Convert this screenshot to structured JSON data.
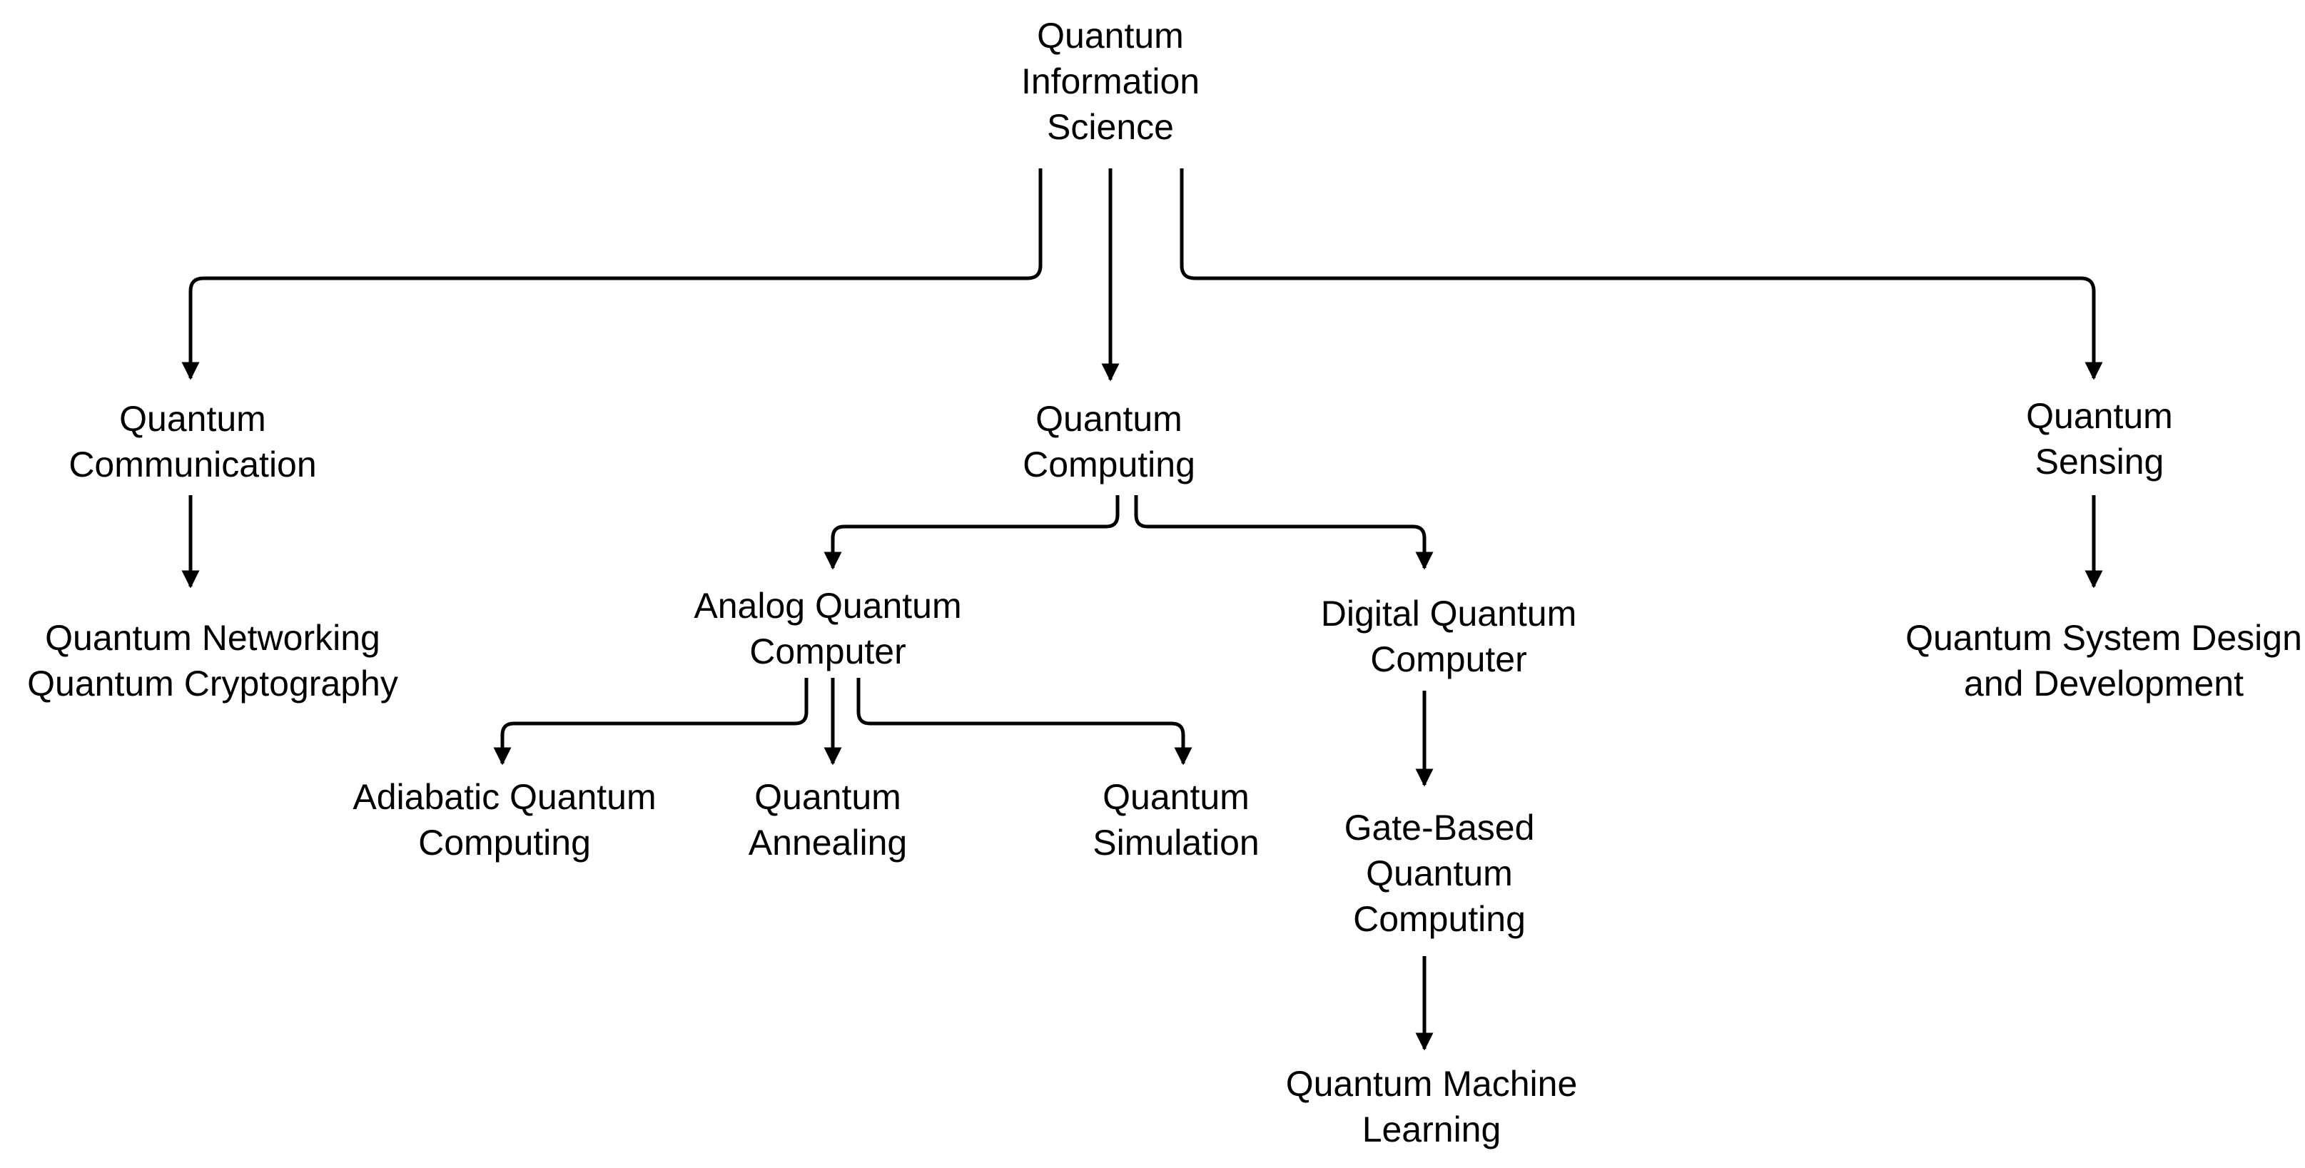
{
  "diagram": {
    "nodes": [
      {
        "id": "root",
        "lines": [
          "Quantum",
          "Information",
          "Science"
        ]
      },
      {
        "id": "communication",
        "lines": [
          "Quantum",
          "Communication"
        ]
      },
      {
        "id": "computing",
        "lines": [
          "Quantum",
          "Computing"
        ]
      },
      {
        "id": "sensing",
        "lines": [
          "Quantum",
          "Sensing"
        ]
      },
      {
        "id": "networking",
        "lines": [
          "Quantum Networking",
          "Quantum Cryptography"
        ]
      },
      {
        "id": "analog",
        "lines": [
          "Analog Quantum",
          "Computer"
        ]
      },
      {
        "id": "digital",
        "lines": [
          "Digital Quantum",
          "Computer"
        ]
      },
      {
        "id": "system-design",
        "lines": [
          "Quantum System Design",
          "and Development"
        ]
      },
      {
        "id": "adiabatic",
        "lines": [
          "Adiabatic Quantum",
          "Computing"
        ]
      },
      {
        "id": "annealing",
        "lines": [
          "Quantum",
          "Annealing"
        ]
      },
      {
        "id": "simulation",
        "lines": [
          "Quantum",
          "Simulation"
        ]
      },
      {
        "id": "gate-based",
        "lines": [
          "Gate-Based",
          "Quantum",
          "Computing"
        ]
      },
      {
        "id": "machine-learning",
        "lines": [
          "Quantum Machine",
          "Learning"
        ]
      }
    ],
    "edges": [
      {
        "from": "root",
        "to": "communication"
      },
      {
        "from": "root",
        "to": "computing"
      },
      {
        "from": "root",
        "to": "sensing"
      },
      {
        "from": "communication",
        "to": "networking"
      },
      {
        "from": "computing",
        "to": "analog"
      },
      {
        "from": "computing",
        "to": "digital"
      },
      {
        "from": "sensing",
        "to": "system-design"
      },
      {
        "from": "analog",
        "to": "adiabatic"
      },
      {
        "from": "analog",
        "to": "annealing"
      },
      {
        "from": "analog",
        "to": "simulation"
      },
      {
        "from": "digital",
        "to": "gate-based"
      },
      {
        "from": "gate-based",
        "to": "machine-learning"
      }
    ]
  }
}
